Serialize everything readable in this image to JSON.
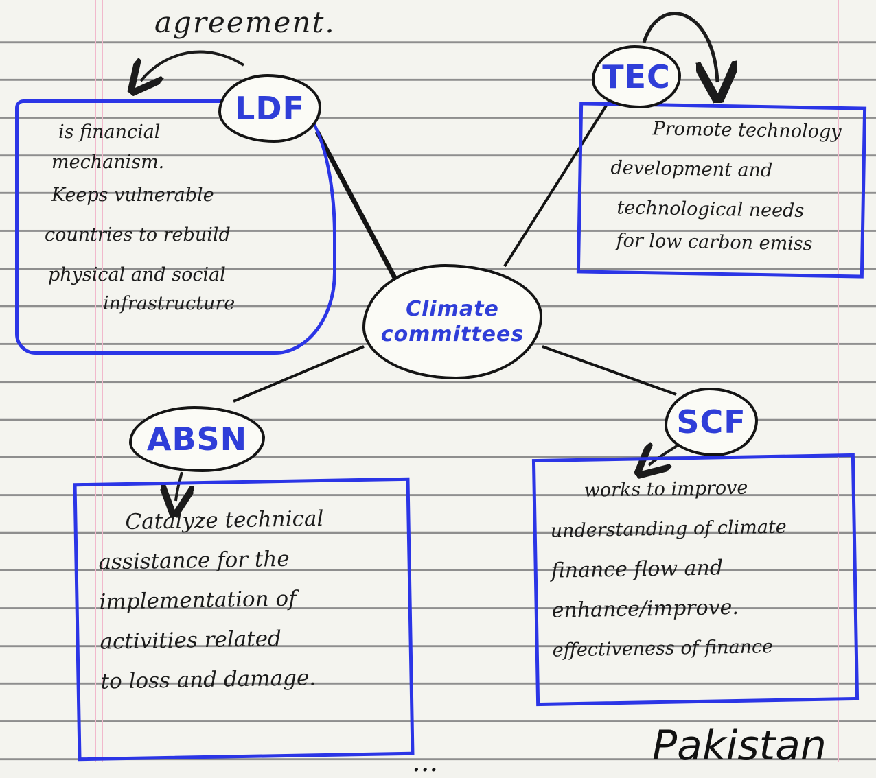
{
  "top_note": "agreement.",
  "center": {
    "line1": "Climate",
    "line2": "committees"
  },
  "nodes": {
    "ldf": "LDF",
    "tec": "TEC",
    "absn": "ABSN",
    "scf": "SCF"
  },
  "boxes": {
    "ldf": [
      "is financial",
      "mechanism.",
      "Keeps vulnerable",
      "countries to rebuild",
      "physical and social",
      "infrastructure"
    ],
    "tec": [
      "Promote technology",
      "development and",
      "technological needs",
      "for low carbon emiss"
    ],
    "absn": [
      "Catalyze technical",
      "assistance for the",
      "implementation of",
      "activities related",
      "to loss and damage."
    ],
    "scf": [
      "works to improve",
      "understanding of climate",
      "finance flow and",
      "enhance/improve.",
      "effectiveness of finance"
    ]
  },
  "bottom_note": "Pakistan",
  "bottom_scribble": "...",
  "colors": {
    "ink": "#1b1b1b",
    "blue_ink": "#2b35e6",
    "label_blue": "#2f3ed8",
    "margin_pink": "#f1b9cc"
  }
}
